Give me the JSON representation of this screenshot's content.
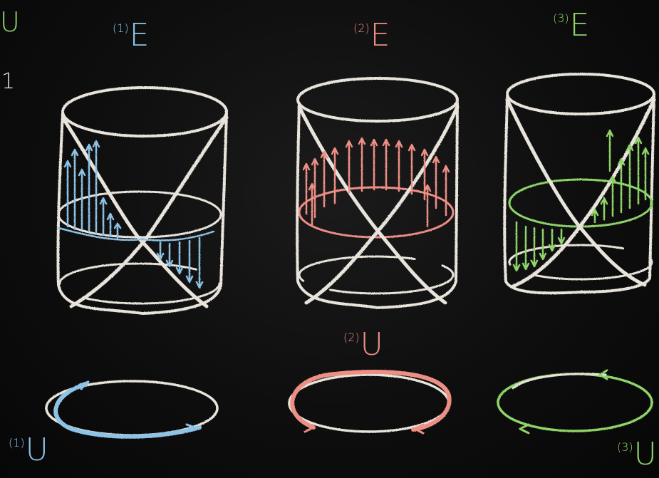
{
  "colors": {
    "chalk_white": "#e8e4dc",
    "bundle_1": "#8ec3e6",
    "bundle_2": "#ee8f86",
    "bundle_3": "#8fd46a",
    "board": "#0d0d0d"
  },
  "corner": {
    "letter": "U",
    "number": "1"
  },
  "bundles": [
    {
      "index": "(1)",
      "letter": "E",
      "color": "#8ec3e6"
    },
    {
      "index": "(2)",
      "letter": "E",
      "color": "#ee8f86"
    },
    {
      "index": "(3)",
      "letter": "E",
      "color": "#8fd46a"
    }
  ],
  "loops": [
    {
      "index": "(1)",
      "letter": "U",
      "color": "#8ec3e6"
    },
    {
      "index": "(2)",
      "letter": "U",
      "color": "#ee8f86"
    },
    {
      "index": "(3)",
      "letter": "U",
      "color": "#8fd46a"
    }
  ]
}
